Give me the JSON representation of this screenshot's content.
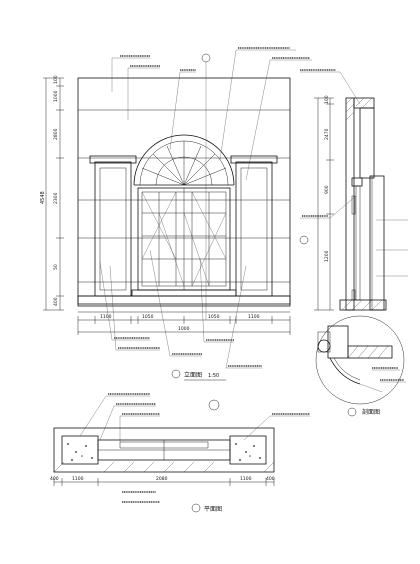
{
  "elevation": {
    "dims_left": [
      "100",
      "1000",
      "2800",
      "2300",
      "50",
      "400"
    ],
    "dim_total": "4548",
    "dims_bottom": [
      "1100",
      "1050",
      "1000",
      "1050",
      "1100"
    ],
    "label": "立面图",
    "scale": "1:50"
  },
  "section": {
    "dims_left": [
      "100",
      "2470",
      "900",
      "1200"
    ],
    "label": "剖面图"
  },
  "plan": {
    "dims_bottom": [
      "400",
      "1100",
      "2080",
      "1100",
      "400"
    ],
    "label": "平面图"
  }
}
